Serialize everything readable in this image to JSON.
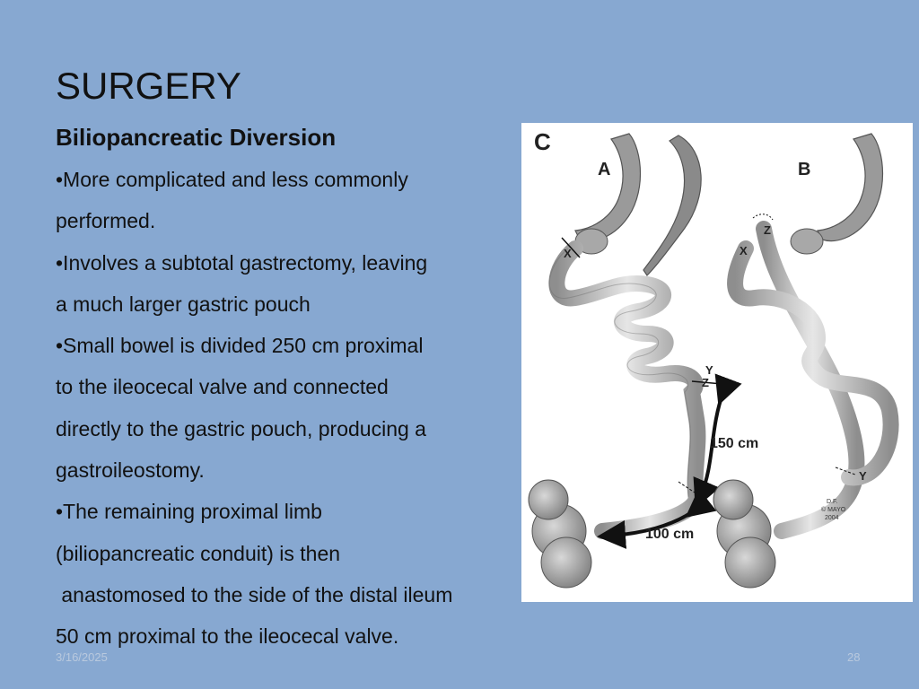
{
  "slide": {
    "title": "SURGERY",
    "subtitle": "Biliopancreatic Diversion",
    "lines": [
      "•More complicated and less commonly",
      "performed.",
      "•Involves a subtotal gastrectomy, leaving",
      "a much larger gastric pouch",
      "•Small bowel is divided 250 cm proximal",
      "to the ileocecal valve and connected",
      "directly to the gastric pouch, producing a",
      "gastroileostomy.",
      "•The remaining proximal limb",
      "(biliopancreatic conduit) is then",
      " anastomosed to the side of the distal ileum",
      "50 cm proximal to the ileocecal valve."
    ],
    "date": "3/16/2025",
    "page": "28"
  },
  "figure": {
    "panel_label": "C",
    "label_a": "A",
    "label_b": "B",
    "marker_x_a": "X",
    "marker_y_a": "Y",
    "marker_z_a": "Z",
    "marker_x_b": "X",
    "marker_y_b": "Y",
    "marker_z_b": "Z",
    "measure_150": "150 cm",
    "measure_100": "100 cm",
    "credit_1": "D.F.",
    "credit_2": "© MAYO",
    "credit_3": "2004"
  }
}
